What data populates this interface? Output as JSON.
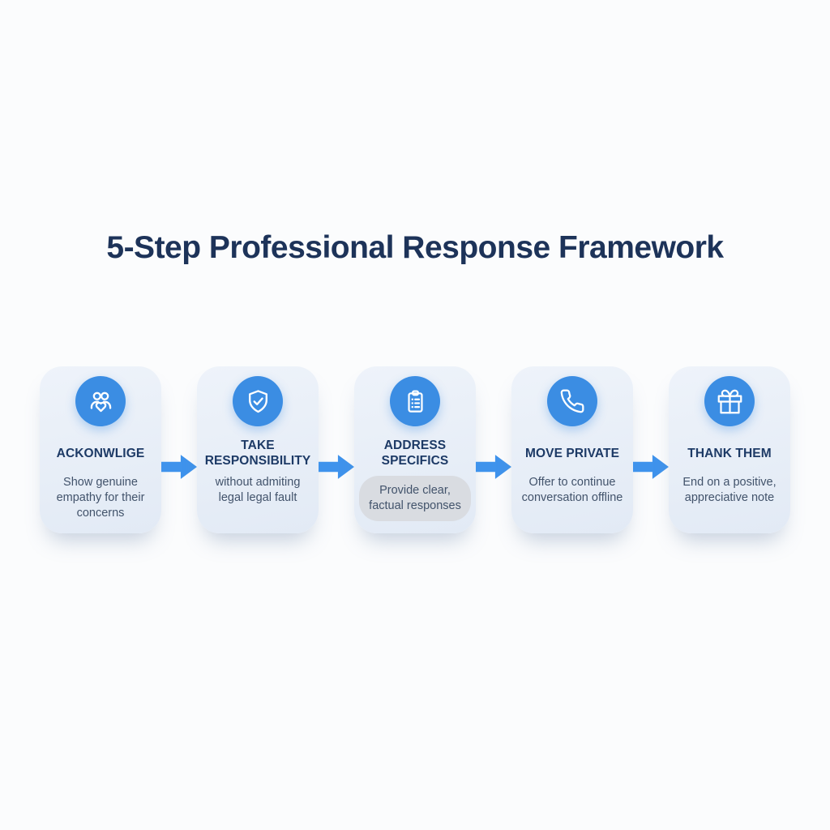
{
  "header": {
    "title": "5-Step Professional Response Framework"
  },
  "colors": {
    "accent_blue": "#3b8de3",
    "arrow_blue": "#3f93ec",
    "heading_navy": "#1d3359",
    "card_title_navy": "#1d3a66",
    "body_text": "#42536b",
    "pill_gray": "#d9dce1",
    "card_background_light_blue": "#e8eff8",
    "page_background": "#fbfcfd"
  },
  "steps": [
    {
      "icon": "people-heart-icon",
      "title": "ACKONWLIGE",
      "description": "Show genuine empathy for their concerns",
      "description_style": "plain"
    },
    {
      "icon": "shield-check-icon",
      "title": "TAKE RESPONSIBILITY",
      "description": "without admiting legal legal fault",
      "description_style": "plain"
    },
    {
      "icon": "clipboard-checklist-icon",
      "title": "ADDRESS SPECIFICS",
      "description": "Provide clear, factual responses",
      "description_style": "pill"
    },
    {
      "icon": "phone-icon",
      "title": "MOVE PRIVATE",
      "description": "Offer to continue conversation offline",
      "description_style": "plain"
    },
    {
      "icon": "gift-icon",
      "title": "THANK THEM",
      "description": "End on a positive, appreciative note",
      "description_style": "plain"
    }
  ],
  "connector": {
    "icon": "right-arrow-icon",
    "direction": "right"
  }
}
